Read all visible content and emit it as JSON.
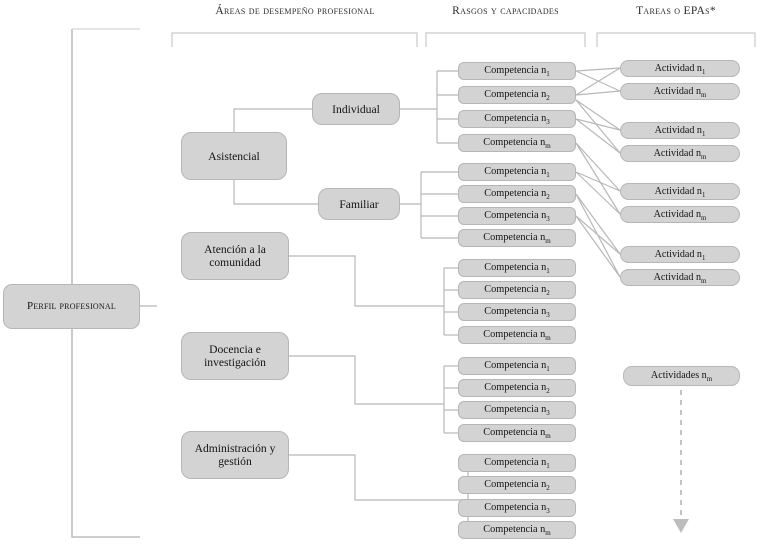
{
  "diagram": {
    "title": "Perfil profesional - areas, rasgos y tareas",
    "colors": {
      "node_fill": "#d3d3d3",
      "node_border": "#b6b6b6",
      "connector": "#b0b0b0",
      "bracket": "#c4c4c4",
      "text": "#141414"
    },
    "headers": [
      {
        "id": "header-areas",
        "label": "Áreas de desempeño profesional"
      },
      {
        "id": "header-rasgos",
        "label": "Rasgos y capacidades"
      },
      {
        "id": "header-tareas",
        "label": "Tareas o EPAs*"
      }
    ],
    "root": {
      "id": "perfil-profesional",
      "label": "Perfil profesional"
    },
    "areas": [
      {
        "id": "asistencial",
        "label": "Asistencial"
      },
      {
        "id": "atencion-comunidad",
        "label": "Atención a la comunidad"
      },
      {
        "id": "docencia-investigacion",
        "label": "Docencia e investigación"
      },
      {
        "id": "administracion-gestion",
        "label": "Administración y gestión"
      }
    ],
    "subareas": [
      {
        "id": "individual",
        "label": "Individual"
      },
      {
        "id": "familiar",
        "label": "Familiar"
      }
    ],
    "competency_groups": [
      {
        "id": "grupo-individual",
        "parent": "individual",
        "items": [
          {
            "label": "Competencia n",
            "sub": "1"
          },
          {
            "label": "Competencia n",
            "sub": "2"
          },
          {
            "label": "Competencia n",
            "sub": "3"
          },
          {
            "label": "Competencia n",
            "sub": "m"
          }
        ]
      },
      {
        "id": "grupo-familiar",
        "parent": "familiar",
        "items": [
          {
            "label": "Competencia n",
            "sub": "1"
          },
          {
            "label": "Competencia n",
            "sub": "2"
          },
          {
            "label": "Competencia n",
            "sub": "3"
          },
          {
            "label": "Competencia n",
            "sub": "m"
          }
        ]
      },
      {
        "id": "grupo-comunidad",
        "parent": "atencion-comunidad",
        "items": [
          {
            "label": "Competencia n",
            "sub": "1"
          },
          {
            "label": "Competencia n",
            "sub": "2"
          },
          {
            "label": "Competencia n",
            "sub": "3"
          },
          {
            "label": "Competencia n",
            "sub": "m"
          }
        ]
      },
      {
        "id": "grupo-docencia",
        "parent": "docencia-investigacion",
        "items": [
          {
            "label": "Competencia n",
            "sub": "1"
          },
          {
            "label": "Competencia n",
            "sub": "2"
          },
          {
            "label": "Competencia n",
            "sub": "3"
          },
          {
            "label": "Competencia n",
            "sub": "m"
          }
        ]
      },
      {
        "id": "grupo-administracion",
        "parent": "administracion-gestion",
        "items": [
          {
            "label": "Competencia n",
            "sub": "1"
          },
          {
            "label": "Competencia n",
            "sub": "2"
          },
          {
            "label": "Competencia n",
            "sub": "3"
          },
          {
            "label": "Competencia n",
            "sub": "m"
          }
        ]
      }
    ],
    "activity_groups": [
      {
        "id": "actividades-grupo-1",
        "items": [
          {
            "label": "Actividad n",
            "sub": "1"
          },
          {
            "label": "Actividad n",
            "sub": "m"
          }
        ]
      },
      {
        "id": "actividades-grupo-2",
        "items": [
          {
            "label": "Actividad n",
            "sub": "1"
          },
          {
            "label": "Actividad n",
            "sub": "m"
          }
        ]
      },
      {
        "id": "actividades-grupo-3",
        "items": [
          {
            "label": "Actividad n",
            "sub": "1"
          },
          {
            "label": "Actividad n",
            "sub": "m"
          }
        ]
      },
      {
        "id": "actividades-grupo-4",
        "items": [
          {
            "label": "Actividad n",
            "sub": "1"
          },
          {
            "label": "Actividad n",
            "sub": "m"
          }
        ]
      }
    ],
    "activities_summary": {
      "id": "actividades-nm",
      "label": "Actividades n",
      "sub": "m"
    },
    "footnote_marker": "*"
  }
}
